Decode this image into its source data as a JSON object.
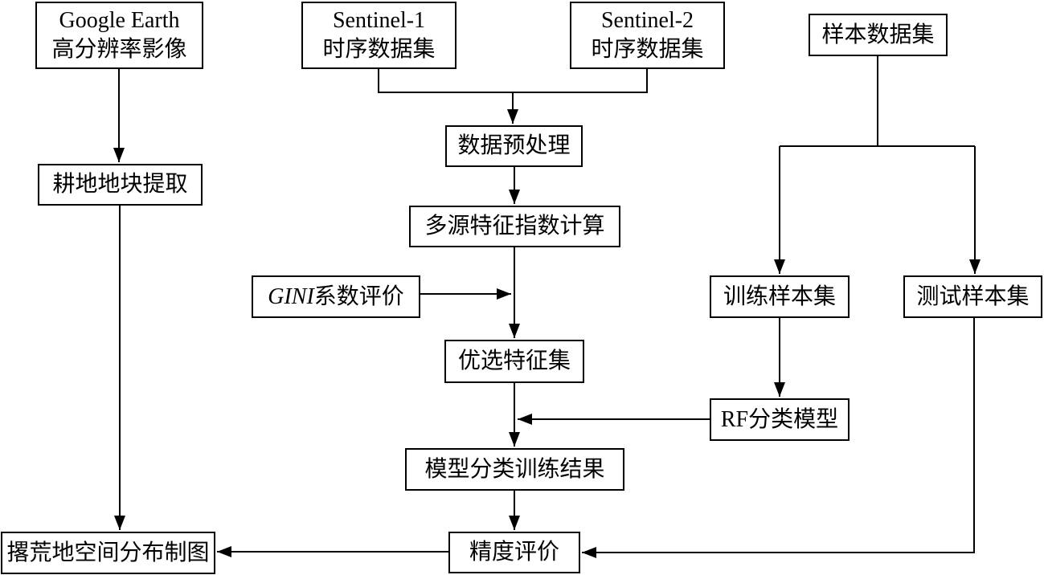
{
  "diagram": {
    "background": "#ffffff",
    "line_color": "#000000",
    "text_color": "#000000",
    "nodes": {
      "google_earth": {
        "line1": "Google Earth",
        "line2": "高分辨率影像"
      },
      "sentinel1": {
        "line1": "Sentinel-1",
        "line2": "时序数据集"
      },
      "sentinel2": {
        "line1": "Sentinel-2",
        "line2": "时序数据集"
      },
      "sample_dataset": {
        "label": "样本数据集"
      },
      "preprocessing": {
        "label": "数据预处理"
      },
      "feature_index": {
        "label": "多源特征指数计算"
      },
      "gini": {
        "em": "GINI",
        "rest": "系数评价"
      },
      "optimal_features": {
        "label": "优选特征集"
      },
      "train_samples": {
        "label": "训练样本集"
      },
      "test_samples": {
        "label": "测试样本集"
      },
      "rf_model": {
        "label": "RF分类模型"
      },
      "cultivated_extraction": {
        "label": "耕地地块提取"
      },
      "model_training_result": {
        "label": "模型分类训练结果"
      },
      "accuracy_eval": {
        "label": "精度评价"
      },
      "abandoned_mapping": {
        "label": "撂荒地空间分布制图"
      }
    }
  }
}
